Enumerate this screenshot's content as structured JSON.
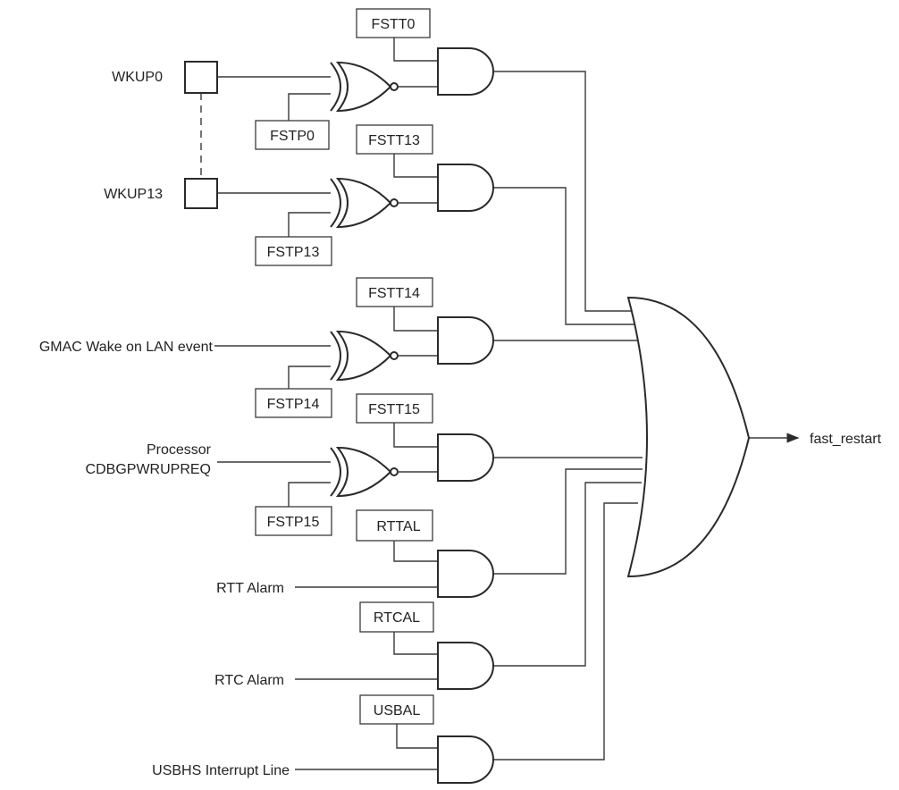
{
  "inputs": {
    "wkup0": "WKUP0",
    "wkup13": "WKUP13",
    "gmac": "GMAC Wake on LAN event",
    "processor_line1": "Processor",
    "processor_line2": "CDBGPWRUPREQ",
    "rtt": "RTT Alarm",
    "rtc": "RTC Alarm",
    "usbhs": "USBHS Interrupt Line"
  },
  "registers": {
    "fstt0": "FSTT0",
    "fstp0": "FSTP0",
    "fstt13": "FSTT13",
    "fstp13": "FSTP13",
    "fstt14": "FSTT14",
    "fstp14": "FSTP14",
    "fstt15": "FSTT15",
    "fstp15": "FSTP15",
    "rttal": "RTTAL",
    "rtcal": "RTCAL",
    "usbal": "USBAL"
  },
  "output": {
    "label": "fast_restart"
  }
}
